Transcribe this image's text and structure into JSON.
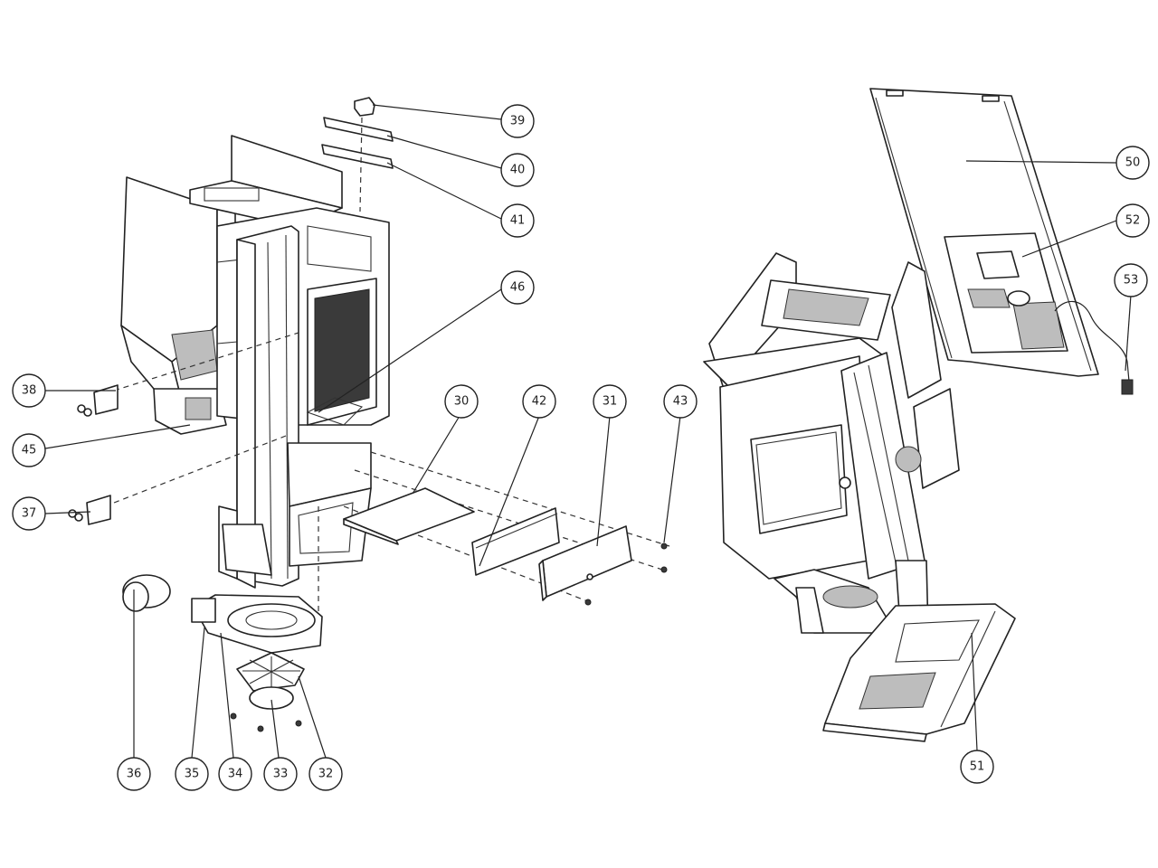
{
  "callouts": [
    {
      "id": "39",
      "label": "39"
    },
    {
      "id": "40",
      "label": "40"
    },
    {
      "id": "41",
      "label": "41"
    },
    {
      "id": "46",
      "label": "46"
    },
    {
      "id": "38",
      "label": "38"
    },
    {
      "id": "45",
      "label": "45"
    },
    {
      "id": "37",
      "label": "37"
    },
    {
      "id": "30",
      "label": "30"
    },
    {
      "id": "42",
      "label": "42"
    },
    {
      "id": "31",
      "label": "31"
    },
    {
      "id": "43",
      "label": "43"
    },
    {
      "id": "36",
      "label": "36"
    },
    {
      "id": "35",
      "label": "35"
    },
    {
      "id": "34",
      "label": "34"
    },
    {
      "id": "33",
      "label": "33"
    },
    {
      "id": "32",
      "label": "32"
    },
    {
      "id": "50",
      "label": "50"
    },
    {
      "id": "52",
      "label": "52"
    },
    {
      "id": "53",
      "label": "53"
    },
    {
      "id": "51",
      "label": "51"
    }
  ]
}
